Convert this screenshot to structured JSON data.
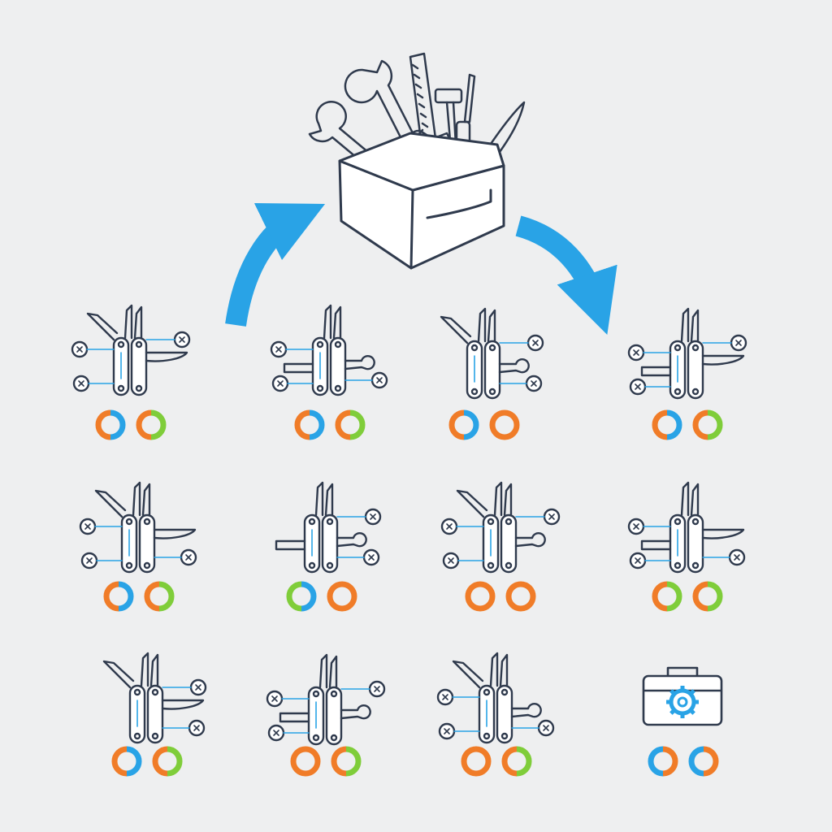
{
  "colors": {
    "background": "#eeeff0",
    "stroke": "#2f3a4d",
    "accent_blue": "#29a3e6",
    "orange": "#f07c28",
    "green": "#7fcd3a",
    "fill": "#ffffff"
  },
  "nodes": [
    {
      "id": "multitool-1",
      "icon": "multitool-pliers-icon",
      "ring_colors": [
        [
          "blue",
          "orange"
        ],
        [
          "green",
          "orange"
        ]
      ],
      "shown_fraction": [
        [
          0.5,
          0.5
        ],
        [
          0.5,
          0.5
        ]
      ]
    },
    {
      "id": "multitool-2",
      "icon": "multitool-wrench-icon",
      "ring_colors": [
        [
          "blue",
          "orange"
        ],
        [
          "green",
          "orange"
        ]
      ],
      "shown_fraction": [
        [
          0.5,
          0.5
        ],
        [
          0.5,
          0.5
        ]
      ]
    },
    {
      "id": "multitool-3",
      "icon": "multitool-saw-icon",
      "ring_colors": [
        [
          "blue",
          "orange"
        ],
        [
          "orange",
          "orange"
        ]
      ],
      "shown_fraction": [
        [
          0.5,
          0.5
        ],
        [
          0.5,
          0.5
        ]
      ]
    },
    {
      "id": "multitool-4",
      "icon": "multitool-hammer-icon",
      "ring_colors": [
        [
          "blue",
          "orange"
        ],
        [
          "green",
          "orange"
        ]
      ],
      "shown_fraction": [
        [
          0.5,
          0.5
        ],
        [
          0.5,
          0.5
        ]
      ]
    },
    {
      "id": "multitool-5",
      "icon": "multitool-wirecutter-icon",
      "ring_colors": [
        [
          "blue",
          "orange"
        ],
        [
          "green",
          "orange"
        ]
      ],
      "shown_fraction": [
        [
          0.5,
          0.5
        ],
        [
          0.5,
          0.5
        ]
      ]
    },
    {
      "id": "multitool-6",
      "icon": "multitool-knife-icon",
      "ring_colors": [
        [
          "blue",
          "green"
        ],
        [
          "orange",
          "orange"
        ]
      ],
      "shown_fraction": [
        [
          0.5,
          0.5
        ],
        [
          0.5,
          0.5
        ]
      ]
    },
    {
      "id": "multitool-7",
      "icon": "multitool-screwdriver-icon",
      "ring_colors": [
        [
          "orange",
          "orange"
        ],
        [
          "orange",
          "orange"
        ]
      ],
      "shown_fraction": [
        [
          0.5,
          0.5
        ],
        [
          0.5,
          0.5
        ]
      ]
    },
    {
      "id": "multitool-8",
      "icon": "multitool-serrated-blade-icon",
      "ring_colors": [
        [
          "green",
          "orange"
        ],
        [
          "green",
          "orange"
        ]
      ],
      "shown_fraction": [
        [
          0.5,
          0.5
        ],
        [
          0.5,
          0.5
        ]
      ]
    },
    {
      "id": "multitool-9",
      "icon": "multitool-blade-icon",
      "ring_colors": [
        [
          "blue",
          "orange"
        ],
        [
          "green",
          "orange"
        ]
      ],
      "shown_fraction": [
        [
          0.5,
          0.5
        ],
        [
          0.5,
          0.5
        ]
      ]
    },
    {
      "id": "multitool-10",
      "icon": "multitool-hammer-knife-icon",
      "ring_colors": [
        [
          "orange",
          "orange"
        ],
        [
          "green",
          "orange"
        ]
      ],
      "shown_fraction": [
        [
          0.5,
          0.5
        ],
        [
          0.5,
          0.5
        ]
      ]
    },
    {
      "id": "multitool-11",
      "icon": "multitool-saw-pliers-icon",
      "ring_colors": [
        [
          "orange",
          "orange"
        ],
        [
          "green",
          "orange"
        ]
      ],
      "shown_fraction": [
        [
          0.5,
          0.5
        ],
        [
          0.5,
          0.5
        ]
      ]
    },
    {
      "id": "toolkit-case",
      "icon": "toolbox-gear-icon",
      "ring_colors": [
        [
          "orange",
          "blue"
        ],
        [
          "orange",
          "blue"
        ]
      ],
      "shown_fraction": [
        [
          0.5,
          0.5
        ],
        [
          0.5,
          0.5
        ]
      ]
    }
  ],
  "hub": {
    "icon": "open-toolbox-icon"
  },
  "arrows": [
    {
      "icon": "curved-arrow-up-icon",
      "from": "multitool-1",
      "to": "hub"
    },
    {
      "icon": "curved-arrow-down-icon",
      "from": "hub",
      "to": "multitool-4"
    }
  ]
}
